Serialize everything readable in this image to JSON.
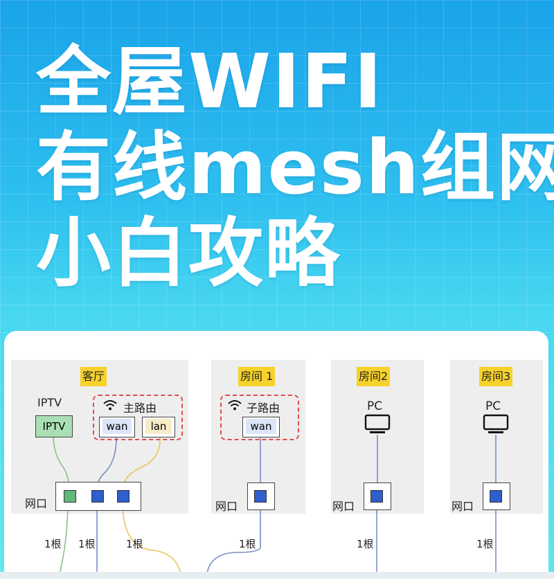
{
  "title": {
    "line1": "全屋WIFI",
    "line2": "有线mesh组网",
    "line3": "小白攻略"
  },
  "colors": {
    "bg_top": "#1aa3ea",
    "bg_bottom": "#5fe5ee",
    "label_bg": "#f7d22a",
    "port_blue": "#2f5fcc",
    "port_green": "#5fb87a",
    "dashed_red": "#e34a4a",
    "wire_green": "#8dbf8a",
    "wire_blue": "#7a8cc8",
    "wire_yellow": "#e8c45a"
  },
  "panels": {
    "living": {
      "label": "客厅",
      "iptv_label": "IPTV",
      "iptv_box": "IPTV",
      "router_label": "主路由",
      "wan": "wan",
      "lan": "lan",
      "port_label": "网口",
      "cable1": "1根",
      "cable2": "1根",
      "cable3": "1根"
    },
    "room1": {
      "label": "房间 1",
      "router_label": "子路由",
      "wan": "wan",
      "port_label": "网口",
      "cable": "1根"
    },
    "room2": {
      "label": "房间2",
      "device": "PC",
      "port_label": "网口",
      "cable": "1根"
    },
    "room3": {
      "label": "房间3",
      "device": "PC",
      "port_label": "网口",
      "cable": "1根"
    }
  },
  "icons": {
    "wifi": "wifi-icon",
    "monitor": "monitor-icon"
  }
}
